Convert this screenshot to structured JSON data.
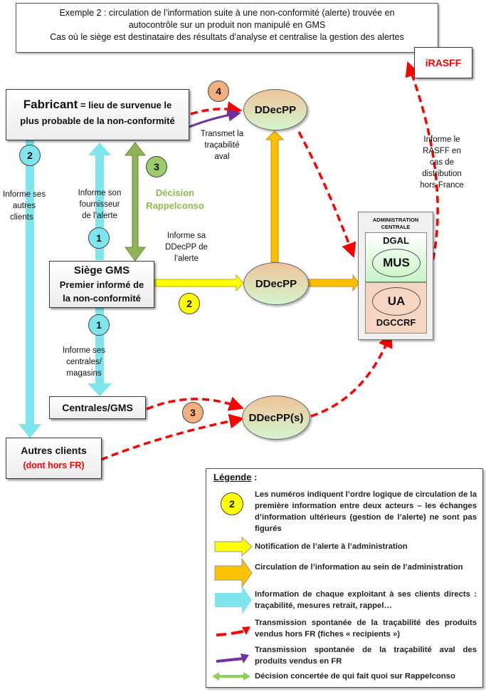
{
  "title": {
    "line1": "Exemple 2 : circulation de l’information suite à une non-conformité (alerte) trouvée en",
    "line2": "autocontrôle sur un produit non manipulé en GMS",
    "line3": "Cas où le siège est destinataire des résultats d’analyse et centralise la gestion des alertes"
  },
  "nodes": {
    "fabricant_bold": "Fabricant",
    "fabricant_rest": " = lieu de survenue le",
    "fabricant_line2": "plus probable de la non-conformité",
    "siege_line1": "Siège GMS",
    "siege_line2": "Premier informé de",
    "siege_line3": "la non-conformité",
    "centrales": "Centrales/GMS",
    "autres_line1": "Autres clients",
    "autres_line2": "(dont hors FR)",
    "ddecpp_top": "DDecPP",
    "ddecpp_mid": "DDecPP",
    "ddecpp_s": "DDecPP(s)",
    "irasff": "iRASFF",
    "admin_title_1": "ADMINISTRATION",
    "admin_title_2": "CENTRALE",
    "dgal": "DGAL",
    "mus": "MUS",
    "ua": "UA",
    "dgccrf": "DGCCRF"
  },
  "numbers": {
    "n2_left": "2",
    "n1_upper": "1",
    "n3_green": "3",
    "n4_orange": "4",
    "n2_yellow": "2",
    "n1_lower": "1",
    "n3_orange": "3"
  },
  "labels": {
    "informe_autres": [
      "Informe ses",
      "autres",
      "clients"
    ],
    "informe_fournisseur": [
      "Informe son",
      "fournisseur",
      "de l’alerte"
    ],
    "decision": [
      "Décision",
      "Rappelconso"
    ],
    "transmet": [
      "Transmet la",
      "traçabilité",
      "aval"
    ],
    "informe_ddecpp": [
      "Informe sa",
      "DDecPP de",
      "l’alerte"
    ],
    "informe_centrales": [
      "Informe ses",
      "centrales/",
      "magasins"
    ],
    "informe_rasff": [
      "Informe le",
      "RASFF en",
      "cas de",
      "distribution",
      "hors France"
    ]
  },
  "legend": {
    "title": "Légende",
    "title_suffix": " :",
    "number_example": "2",
    "items": [
      "Les numéros indiquent l’ordre logique de circulation de la première information entre deux acteurs – les échanges d’information ultérieurs (gestion de l’alerte) ne sont pas figurés",
      "Notification de l’alerte à l’administration",
      "Circulation de l’information au sein de l’administration",
      "Information de chaque exploitant à ses clients directs : traçabilité, mesures retrait, rappel…",
      "Transmission spontanée de la traçabilité des produits vendus hors FR (fiches « recipients »)",
      "Transmission spontanée de la traçabilité aval des produits vendus en FR",
      "Décision concertée de qui fait quoi sur Rappelconso"
    ]
  },
  "colors": {
    "cyan": "#7ee6ec",
    "yellow": "#ffff00",
    "orange": "#ffc000",
    "green": "#8fb357",
    "red": "#ff0000",
    "purple": "#7030a0",
    "num_orange": "#f2b07e",
    "num_green": "#9acc6a",
    "decision_text": "#8ebb4d"
  }
}
